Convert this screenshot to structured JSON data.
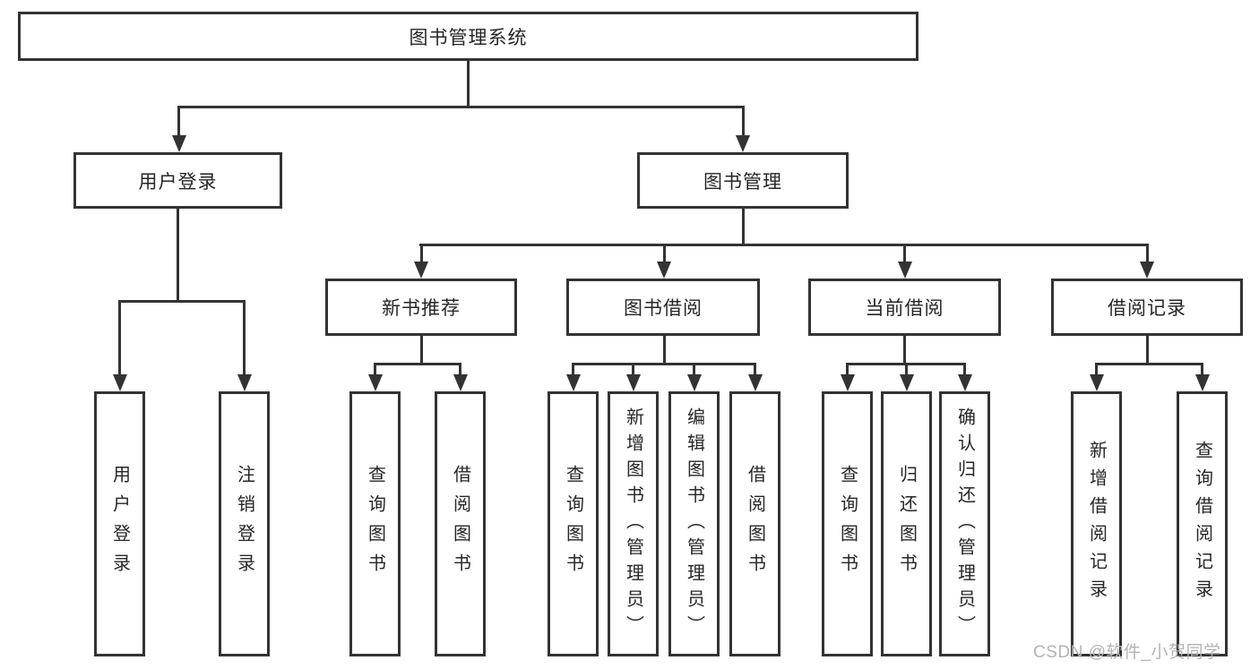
{
  "diagram": {
    "colors": {
      "line": "#333333",
      "text": "#262626",
      "background": "#ffffff",
      "watermark": "#b3b3b3"
    },
    "root": {
      "label": "图书管理系统"
    },
    "level2": [
      {
        "label": "用户登录",
        "parent": "图书管理系统"
      },
      {
        "label": "图书管理",
        "parent": "图书管理系统"
      }
    ],
    "level3": [
      {
        "label": "新书推荐",
        "parent": "图书管理"
      },
      {
        "label": "图书借阅",
        "parent": "图书管理"
      },
      {
        "label": "当前借阅",
        "parent": "图书管理"
      },
      {
        "label": "借阅记录",
        "parent": "图书管理"
      }
    ],
    "leaves": [
      {
        "label": "用户登录",
        "parent": "用户登录"
      },
      {
        "label": "注销登录",
        "parent": "用户登录"
      },
      {
        "label": "查询图书",
        "parent": "新书推荐"
      },
      {
        "label": "借阅图书",
        "parent": "新书推荐"
      },
      {
        "label": "查询图书",
        "parent": "图书借阅"
      },
      {
        "label": "新增图书（管理员）",
        "parent": "图书借阅"
      },
      {
        "label": "编辑图书（管理员）",
        "parent": "图书借阅"
      },
      {
        "label": "借阅图书",
        "parent": "图书借阅"
      },
      {
        "label": "查询图书",
        "parent": "当前借阅"
      },
      {
        "label": "归还图书",
        "parent": "当前借阅"
      },
      {
        "label": "确认归还（管理员）",
        "parent": "当前借阅"
      },
      {
        "label": "新增借阅记录",
        "parent": "借阅记录"
      },
      {
        "label": "查询借阅记录",
        "parent": "借阅记录"
      }
    ],
    "watermark": "CSDN @软件_小贺同学"
  }
}
